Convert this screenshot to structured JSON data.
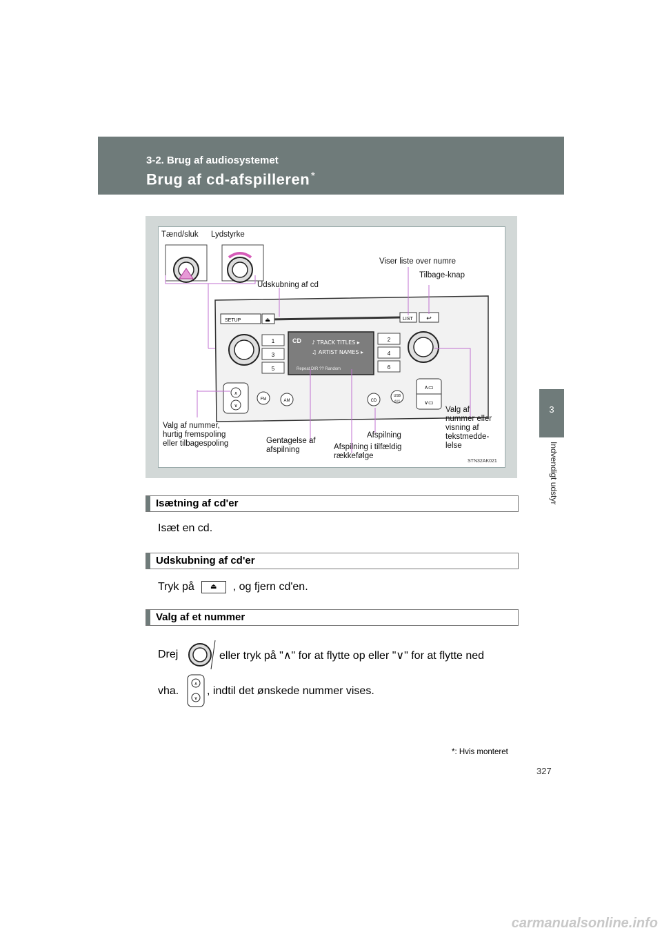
{
  "header": {
    "subtitle": "3-2. Brug af audiosystemet",
    "title": "Brug af cd-afspilleren",
    "title_mark": "*"
  },
  "side_tab": {
    "chapter": "3",
    "label": "Indvendigt udstyr"
  },
  "figure": {
    "labels": {
      "power": "Tænd/sluk",
      "volume": "Lydstyrke",
      "list": "Viser liste over numre",
      "back": "Tilbage-knap",
      "eject": "Udskubning af cd",
      "track_select": "Valg af nummer,\nhurtig fremspoling\neller tilbagespoling",
      "repeat": "Gentagelse af\nafspilning",
      "random": "Afspilning i tilfældig\nrækkefølge",
      "play": "Afspilning",
      "text_display": "Valg af\nnummer eller\nvisning af\ntekstmedde-\nlelse"
    },
    "code": "STN32AK021",
    "panel": {
      "setup": "SETUP",
      "list": "LIST",
      "fm": "FM",
      "am": "AM",
      "cd": "CD",
      "usb": "USB",
      "aux": "AUX",
      "presets": [
        "1",
        "2",
        "3",
        "4",
        "5",
        "6"
      ],
      "screen_line1": "♪ TRACK TITLES ▸",
      "screen_line2": "♫ ARTIST NAMES ▸",
      "screen_cd": "CD",
      "screen_bottom": "Repeat   DIR  ??   Random"
    }
  },
  "sections": [
    {
      "title": "Isætning af cd'er",
      "body": "Isæt en cd."
    },
    {
      "title": "Udskubning af cd'er",
      "body_before": "Tryk på",
      "body_after": ", og fjern cd'en."
    },
    {
      "title": "Valg af et nummer",
      "body1_a": "Drej",
      "body1_b": "eller tryk på \"∧\" for at flytte op eller \"∨\" for at flytte ned",
      "body2_a": "vha.",
      "body2_b": ", indtil det ønskede nummer vises."
    }
  ],
  "footnote": "*: Hvis monteret",
  "page_number": "327",
  "watermark": "carmanualsonline.info"
}
